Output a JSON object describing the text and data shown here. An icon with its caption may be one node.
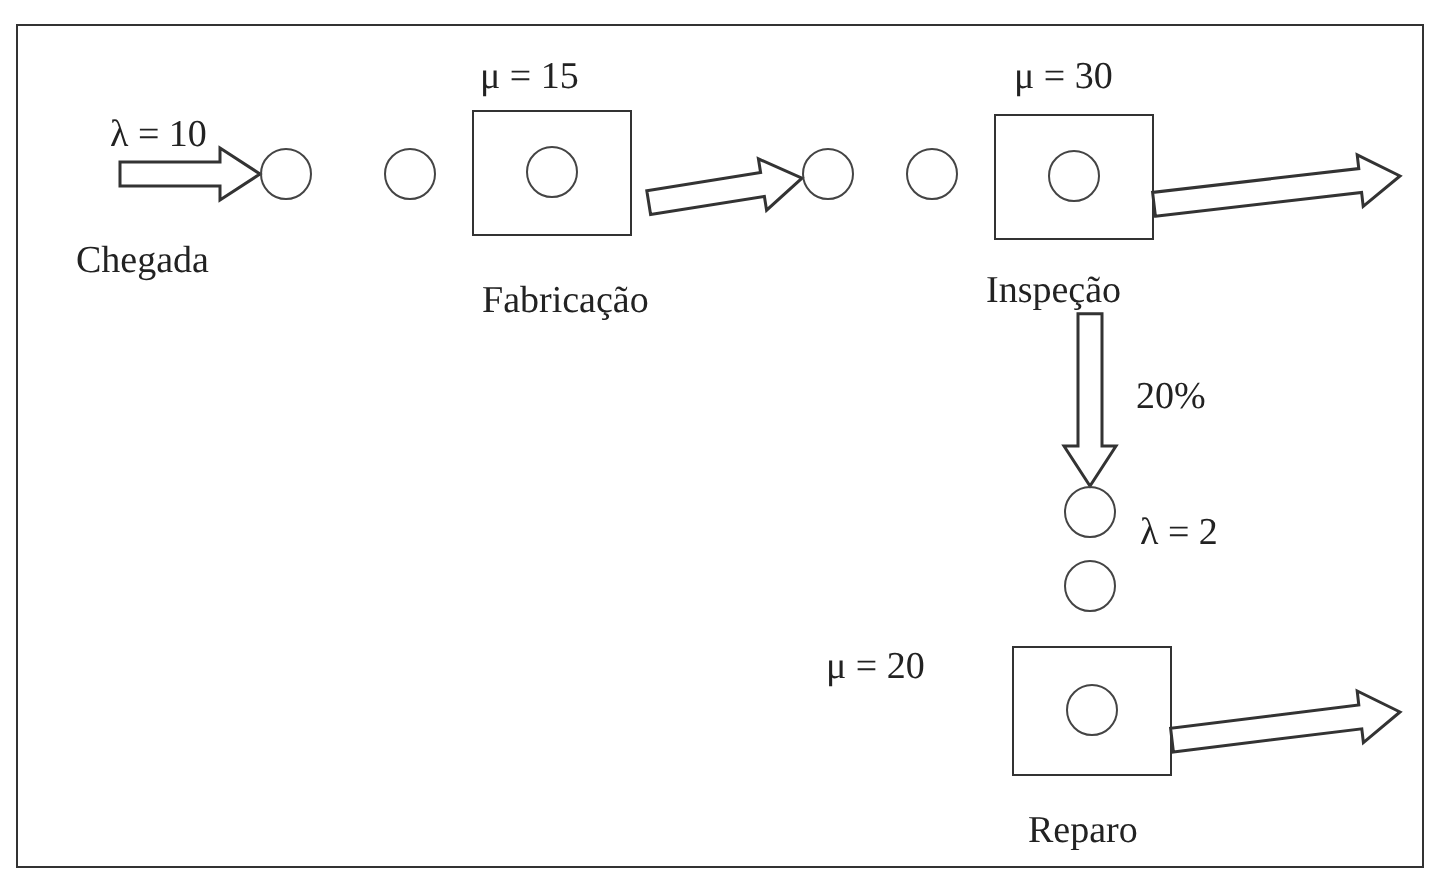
{
  "diagram": {
    "nodes": [
      {
        "text": [],
        "shape": "circle"
      },
      {
        "text": [],
        "shape": "circle"
      },
      {
        "text": [
          "Fabricação"
        ],
        "beside": [
          "μ = 15"
        ]
      },
      {
        "text": [],
        "shape": "circle",
        "in": 2
      },
      {
        "text": [],
        "shape": "circle"
      },
      {
        "text": [],
        "shape": "circle"
      },
      {
        "text": [
          "Inspeção"
        ],
        "beside": [
          "μ = 30"
        ]
      },
      {
        "text": [],
        "shape": "circle",
        "in": 6
      },
      {
        "text": [],
        "shape": "circle",
        "beside": [
          "λ = 2"
        ]
      },
      {
        "text": [],
        "shape": "circle"
      },
      {
        "text": [
          "Reparo"
        ],
        "beside": [
          "μ = 20"
        ]
      },
      {
        "text": [],
        "shape": "circle",
        "in": 10
      }
    ],
    "edges": [
      {
        "from": null,
        "to": 0,
        "arrow": "to",
        "label": "λ = 10"
      },
      {
        "from": 2,
        "to": 4,
        "arrow": "to"
      },
      {
        "from": 6,
        "to": null,
        "arrow": "to"
      },
      {
        "from": 6,
        "to": 8,
        "arrow": "to",
        "label": "20%"
      },
      {
        "from": 10,
        "to": null,
        "arrow": "to"
      }
    ],
    "labels": [
      "Chegada"
    ]
  }
}
